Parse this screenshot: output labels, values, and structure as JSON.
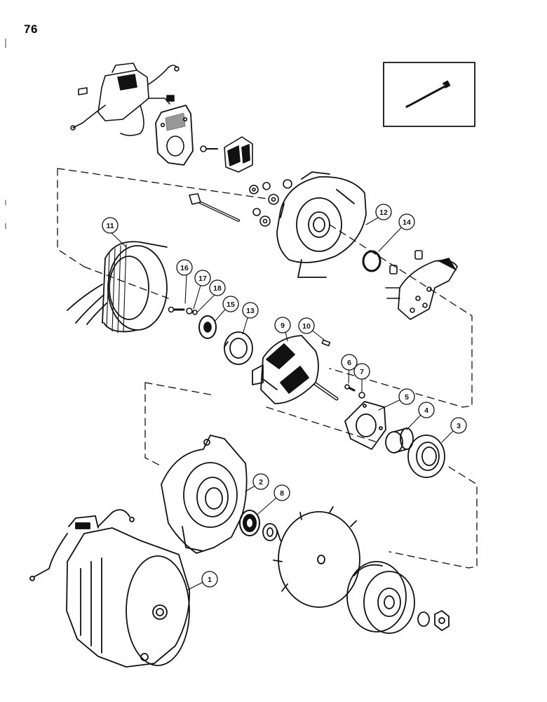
{
  "page": {
    "number": "76"
  },
  "callouts": [
    {
      "id": "c1",
      "label": "1"
    },
    {
      "id": "c2",
      "label": "2"
    },
    {
      "id": "c3",
      "label": "3"
    },
    {
      "id": "c4",
      "label": "4"
    },
    {
      "id": "c5",
      "label": "5"
    },
    {
      "id": "c6",
      "label": "6"
    },
    {
      "id": "c7",
      "label": "7"
    },
    {
      "id": "c8",
      "label": "8"
    },
    {
      "id": "c9",
      "label": "9"
    },
    {
      "id": "c10",
      "label": "10"
    },
    {
      "id": "c11",
      "label": "11"
    },
    {
      "id": "c12",
      "label": "12"
    },
    {
      "id": "c13",
      "label": "13"
    },
    {
      "id": "c14",
      "label": "14"
    },
    {
      "id": "c15",
      "label": "15"
    },
    {
      "id": "c16",
      "label": "16"
    },
    {
      "id": "c17",
      "label": "17"
    },
    {
      "id": "c18",
      "label": "18"
    }
  ],
  "colors": {
    "ink": "#111111",
    "paper": "#ffffff"
  }
}
